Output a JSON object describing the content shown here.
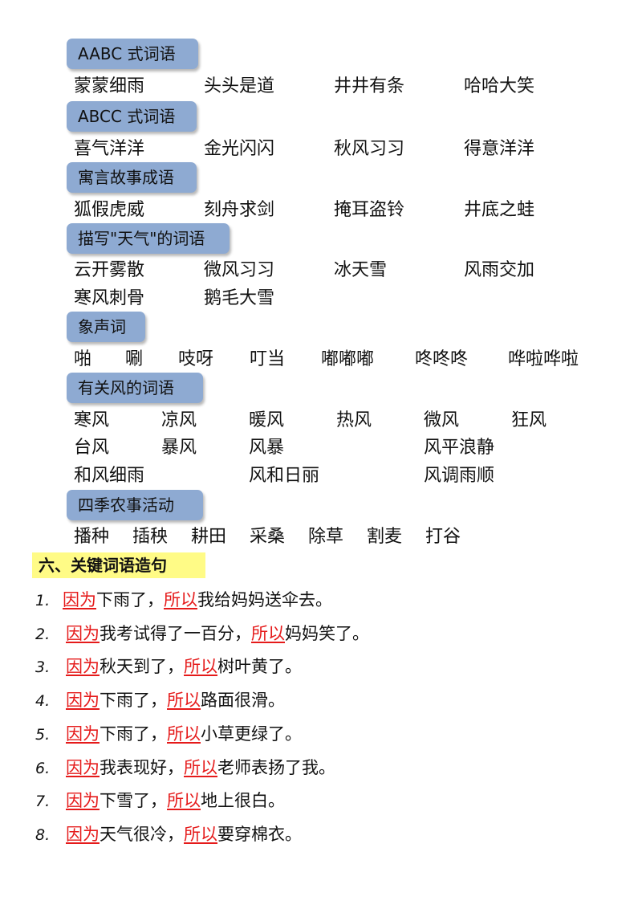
{
  "sections": {
    "aabc": {
      "title": "AABC 式词语",
      "words": [
        "蒙蒙细雨",
        "头头是道",
        "井井有条",
        "哈哈大笑"
      ]
    },
    "abcc": {
      "title": "ABCC 式词语",
      "words": [
        "喜气洋洋",
        "金光闪闪",
        "秋风习习",
        "得意洋洋"
      ]
    },
    "fable": {
      "title": "寓言故事成语",
      "words": [
        "狐假虎威",
        "刻舟求剑",
        "掩耳盗铃",
        "井底之蛙"
      ]
    },
    "weather": {
      "title": "描写\"天气\"的词语",
      "words": [
        "云开雾散",
        "微风习习",
        "冰天雪",
        "风雨交加",
        "寒风刺骨",
        "鹅毛大雪"
      ]
    },
    "onomatopoeia": {
      "title": "象声词",
      "words": [
        "啪",
        "唰",
        "吱呀",
        "叮当",
        "嘟嘟嘟",
        "咚咚咚",
        "哗啦哗啦"
      ]
    },
    "wind": {
      "title": "有关风的词语",
      "words": [
        "寒风",
        "凉风",
        "暖风",
        "热风",
        "微风",
        "狂风",
        "台风",
        "暴风",
        "风暴",
        "风平浪静",
        "和风细雨",
        "风和日丽",
        "风调雨顺"
      ]
    },
    "farming": {
      "title": "四季农事活动",
      "words": [
        "播种",
        "插秧",
        "耕田",
        "采桑",
        "除草",
        "割麦",
        "打谷"
      ]
    }
  },
  "six": {
    "title": "六、关键词语造句",
    "sentences": [
      {
        "num": "1.",
        "a": "因为",
        "mid": "下雨了，",
        "b": "所以",
        "end": "我给妈妈送伞去。"
      },
      {
        "num": "2.",
        "a": "因为",
        "mid": "我考试得了一百分，",
        "b": "所以",
        "end": "妈妈笑了。"
      },
      {
        "num": "3.",
        "a": "因为",
        "mid": "秋天到了，",
        "b": "所以",
        "end": "树叶黄了。"
      },
      {
        "num": "4.",
        "a": "因为",
        "mid": "下雨了，",
        "b": "所以",
        "end": "路面很滑。"
      },
      {
        "num": "5.",
        "a": "因为",
        "mid": "下雨了，",
        "b": "所以",
        "end": "小草更绿了。"
      },
      {
        "num": "6.",
        "a": "因为",
        "mid": "我表现好，",
        "b": "所以",
        "end": "老师表扬了我。"
      },
      {
        "num": "7.",
        "a": "因为",
        "mid": "下雪了，",
        "b": "所以",
        "end": "地上很白。"
      },
      {
        "num": "8.",
        "a": "因为",
        "mid": "天气很冷，",
        "b": "所以",
        "end": "要穿棉衣。"
      }
    ]
  }
}
